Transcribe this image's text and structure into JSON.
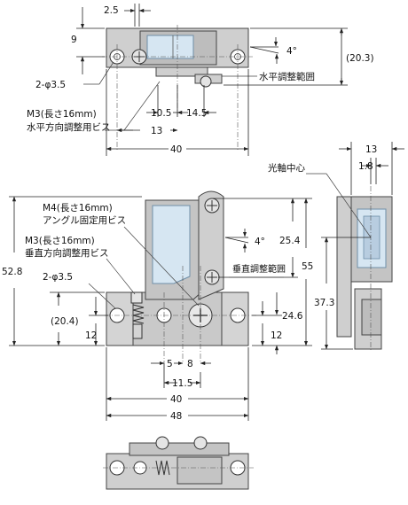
{
  "colors": {
    "body_fill": "#c9c9c9",
    "body_stroke": "#444444",
    "glass_fill": "#d6e6f2",
    "glass_stroke": "#6f8fa8",
    "line": "#222222",
    "background": "#ffffff"
  },
  "top_view": {
    "dim_top": "2.5",
    "dim_9": "9",
    "dim_angle": "4°",
    "dim_20_3": "(20.3)",
    "label_horizontal_range": "水平調整範囲",
    "label_2phi": "2-φ3.5",
    "label_m3_line1": "M3(長さ16mm)",
    "label_m3_line2": "水平方向調整用ビス",
    "dim_10_5": "10.5",
    "dim_14_5": "14.5",
    "dim_13": "13",
    "dim_40": "40"
  },
  "front_view": {
    "label_m4_line1": "M4(長さ16mm)",
    "label_m4_line2": "アングル固定用ビス",
    "label_m3_line1": "M3(長さ16mm)",
    "label_m3_line2": "垂直方向調整用ビス",
    "label_2phi": "2-φ3.5",
    "dim_angle": "4°",
    "dim_25_4": "25.4",
    "label_vertical_range": "垂直調整範囲",
    "dim_52_8": "52.8",
    "dim_55": "55",
    "dim_20_4": "(20.4)",
    "dim_24_6": "24.6",
    "dim_12_left": "12",
    "dim_12_right": "12",
    "dim_5": "5",
    "dim_8": "8",
    "dim_11_5": "11.5",
    "dim_40": "40",
    "dim_48": "48"
  },
  "side_view": {
    "dim_13": "13",
    "dim_1_8": "1.8",
    "label_optical_axis": "光軸中心",
    "dim_37_3": "37.3"
  }
}
